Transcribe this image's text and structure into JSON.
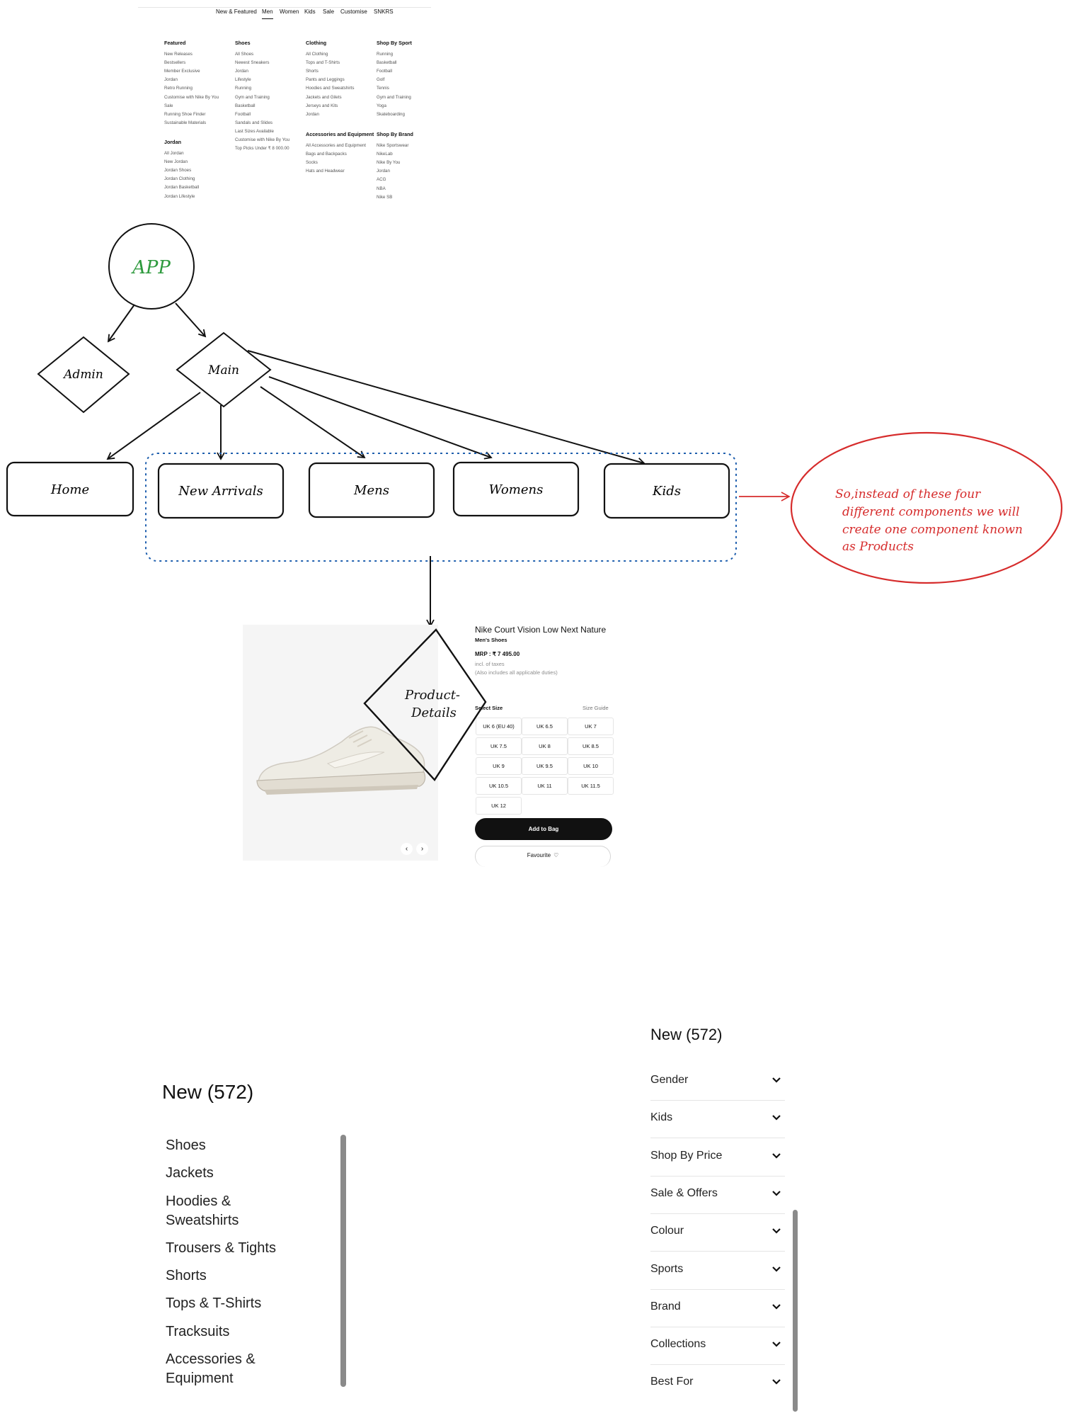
{
  "nav": {
    "tabs": [
      "New & Featured",
      "Men",
      "Women",
      "Kids",
      "Sale",
      "Customise",
      "SNKRS"
    ],
    "active": "Men",
    "columns": [
      {
        "heading": "Featured",
        "items": [
          "New Releases",
          "Bestsellers",
          "Member Exclusive",
          "Jordan",
          "Retro Running",
          "Customise with Nike By You",
          "Sale",
          "Running Shoe Finder",
          "Sustainable Materials"
        ]
      },
      {
        "heading": "Jordan",
        "items": [
          "All Jordan",
          "New Jordan",
          "Jordan Shoes",
          "Jordan Clothing",
          "Jordan Basketball",
          "Jordan Lifestyle"
        ]
      },
      {
        "heading": "Shoes",
        "items": [
          "All Shoes",
          "Newest Sneakers",
          "Jordan",
          "Lifestyle",
          "Running",
          "Gym and Training",
          "Basketball",
          "Football",
          "Sandals and Slides",
          "Last Sizes Available",
          "Customise with Nike By You",
          "Top Picks Under ₹ 8 000.00"
        ]
      },
      {
        "heading": "Clothing",
        "items": [
          "All Clothing",
          "Tops and T-Shirts",
          "Shorts",
          "Pants and Leggings",
          "Hoodies and Sweatshirts",
          "Jackets and Gilets",
          "Jerseys and Kits",
          "Jordan"
        ]
      },
      {
        "heading": "Accessories and Equipment",
        "items": [
          "All Accessories and Equipment",
          "Bags and Backpacks",
          "Socks",
          "Hats and Headwear"
        ]
      },
      {
        "heading": "Shop By Sport",
        "items": [
          "Running",
          "Basketball",
          "Football",
          "Golf",
          "Tennis",
          "Gym and Training",
          "Yoga",
          "Skateboarding"
        ]
      },
      {
        "heading": "Shop By Brand",
        "items": [
          "Nike Sportswear",
          "NikeLab",
          "Nike By You",
          "Jordan",
          "ACG",
          "NBA",
          "Nike SB"
        ]
      }
    ]
  },
  "diagram": {
    "nodes": {
      "app": "APP",
      "admin": "Admin",
      "main": "Main",
      "home": "Home",
      "new_arrivals": "New Arrivals",
      "mens": "Mens",
      "womens": "Womens",
      "kids": "Kids",
      "product_details_line1": "Product-",
      "product_details_line2": "Details"
    },
    "note_lines": [
      "So,instead of these four",
      "different components we will",
      "create one component known",
      "as Products"
    ],
    "colors": {
      "app_text": "#2e9a3e",
      "note": "#d62c2c",
      "group_border": "#1f5fae",
      "ink": "#111111"
    }
  },
  "product": {
    "name": "Nike Court Vision Low Next Nature",
    "subtitle": "Men's Shoes",
    "mrp": "MRP : ₹ 7 495.00",
    "tax_note": "incl. of taxes",
    "duties_note": "(Also includes all applicable duties)",
    "select_size": "Select Size",
    "size_guide": "Size Guide",
    "sizes": [
      "UK 6 (EU 40)",
      "UK 6.5",
      "UK 7",
      "UK 7.5",
      "UK 8",
      "UK 8.5",
      "UK 9",
      "UK 9.5",
      "UK 10",
      "UK 10.5",
      "UK 11",
      "UK 11.5",
      "UK 12"
    ],
    "add_to_bag": "Add to Bag",
    "favourite": "Favourite"
  },
  "listing_left": {
    "title": "New (572)",
    "categories": [
      "Shoes",
      "Jackets",
      "Hoodies &\nSweatshirts",
      "Trousers & Tights",
      "Shorts",
      "Tops & T-Shirts",
      "Tracksuits",
      "Accessories &\nEquipment"
    ]
  },
  "listing_right": {
    "title": "New (572)",
    "filters": [
      "Gender",
      "Kids",
      "Shop By Price",
      "Sale & Offers",
      "Colour",
      "Sports",
      "Brand",
      "Collections",
      "Best For"
    ]
  }
}
